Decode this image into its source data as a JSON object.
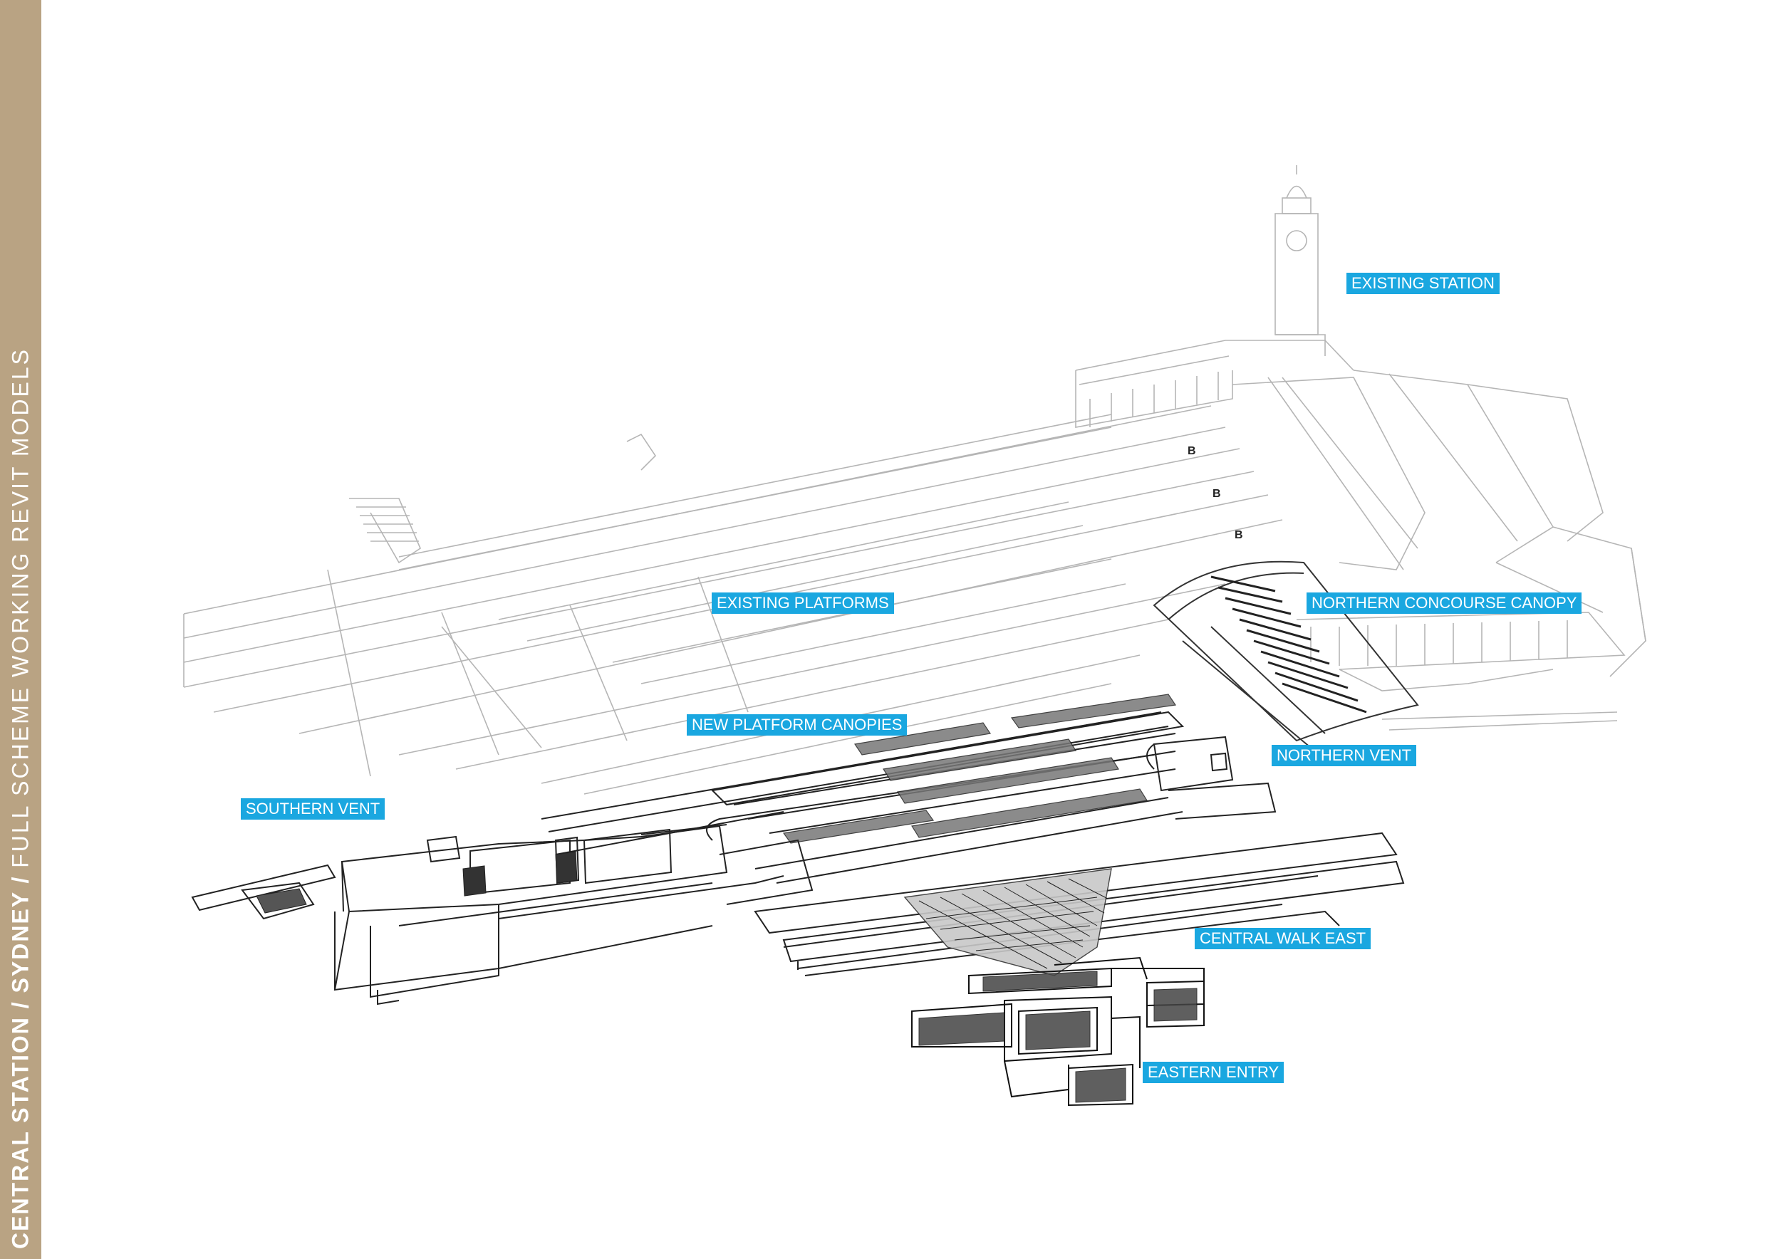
{
  "sidebar": {
    "title_bold": "CENTRAL STATION / SYDNEY /",
    "title_light": "FULL SCHEME WORKING REVIT MODELS"
  },
  "labels": {
    "existing_station": "EXISTING STATION",
    "existing_platforms": "EXISTING PLATFORMS",
    "northern_concourse_canopy": "NORTHERN CONCOURSE CANOPY",
    "new_platform_canopies": "NEW PLATFORM CANOPIES",
    "northern_vent": "NORTHERN VENT",
    "southern_vent": "SOUTHERN VENT",
    "central_walk_east": "CENTRAL WALK EAST",
    "eastern_entry": "EASTERN ENTRY"
  },
  "colors": {
    "sidebar": "#b9a383",
    "label_bg": "#1aa7e0",
    "label_text": "#ffffff",
    "line_light": "#b5b5b5",
    "line_dark": "#222222"
  }
}
